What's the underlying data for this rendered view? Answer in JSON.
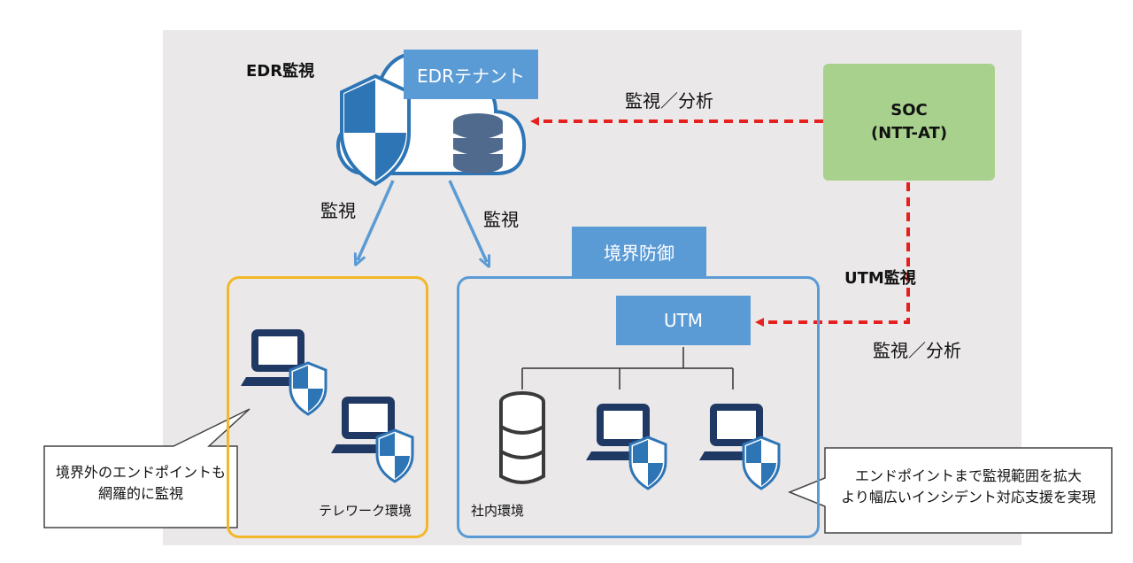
{
  "labels": {
    "edr_watch": "EDR監視",
    "edr_tenant": "EDRテナント",
    "watch_analysis_top": "監視／分析",
    "soc_line1": "SOC",
    "soc_line2": "(NTT-AT)",
    "watch_left": "監視",
    "watch_right": "監視",
    "perimeter_defense": "境界防御",
    "utm_watch": "UTM監視",
    "utm": "UTM",
    "watch_analysis_bottom": "監視／分析",
    "telework_env": "テレワーク環境",
    "internal_env": "社内環境",
    "callout_left_line1": "境界外のエンドポイントも",
    "callout_left_line2": "網羅的に監視",
    "callout_right_line1": "エンドポイントまで監視範囲を拡大",
    "callout_right_line2": "より幅広いインシデント対応支援を実現"
  },
  "colors": {
    "panel": "#eae8e8",
    "blue_box": "#5b9bd5",
    "soc_green": "#a9d18e",
    "telework_frame": "#f2b82a",
    "internal_frame": "#5b9bd5",
    "arrow_red": "#e6201e",
    "arrow_blue": "#5b9bd5",
    "icon_navy": "#1f3864",
    "db_steel": "#4f6a8d"
  },
  "icons": [
    "shield-icon",
    "cloud-icon",
    "database-icon",
    "laptop-icon"
  ]
}
